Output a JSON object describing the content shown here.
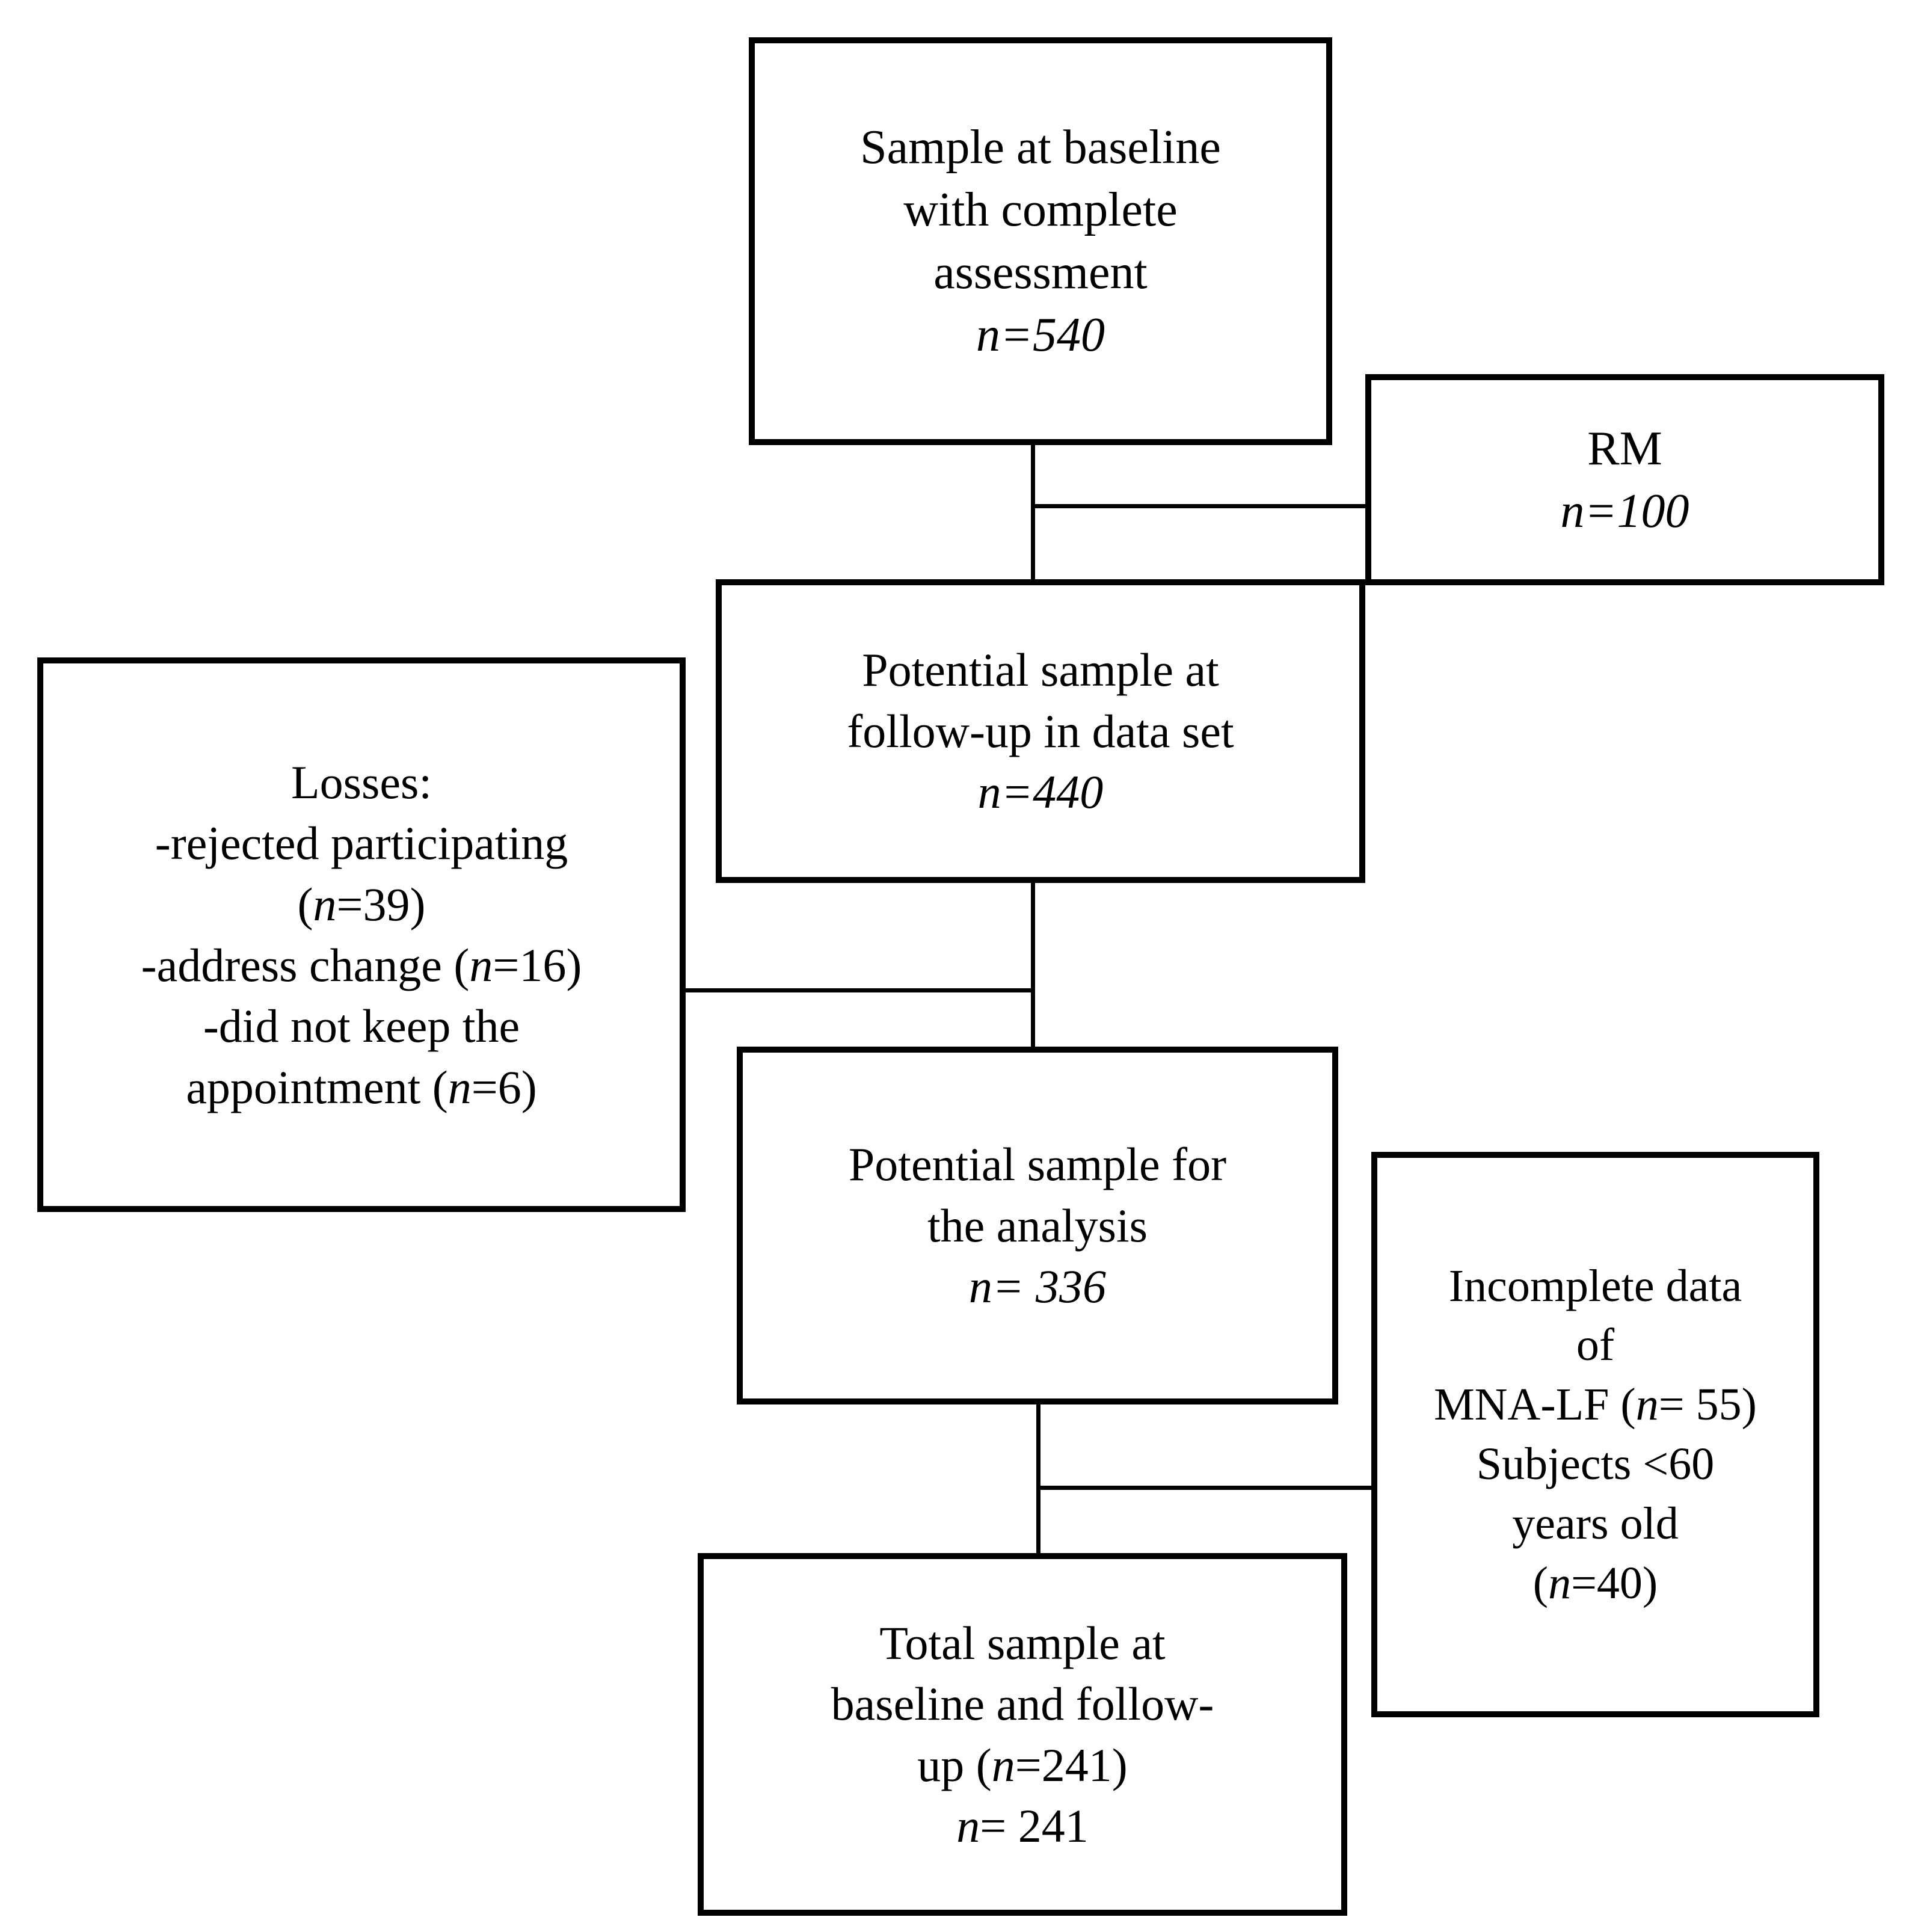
{
  "figure": {
    "type": "flowchart",
    "orientation": "top-to-bottom",
    "description": "Study participant flow diagram"
  },
  "nodes": {
    "baseline": {
      "id": "sample-at-baseline",
      "lines": [
        "Sample at baseline",
        "with complete",
        "assessment"
      ],
      "count_label": "n=540",
      "n": 540
    },
    "rm": {
      "id": "rm",
      "lines": [
        "RM"
      ],
      "count_label": "n=100",
      "n": 100
    },
    "followup": {
      "id": "potential-sample-at-followup",
      "lines": [
        "Potential sample at",
        "follow-up in data set"
      ],
      "count_label": "n=440",
      "n": 440
    },
    "losses": {
      "id": "losses",
      "lines": [
        "Losses:",
        "-rejected participating",
        "(n=39)",
        "-address change (n=16)",
        "-did not keep the",
        "appointment (n=6)"
      ],
      "items": [
        {
          "reason": "rejected participating",
          "n": 39
        },
        {
          "reason": "address change",
          "n": 16
        },
        {
          "reason": "did not keep the appointment",
          "n": 6
        }
      ]
    },
    "analysis": {
      "id": "potential-sample-for-analysis",
      "lines": [
        "Potential sample for",
        "the analysis"
      ],
      "count_label": "n= 336",
      "n": 336
    },
    "incomplete": {
      "id": "incomplete-data",
      "lines": [
        "Incomplete data",
        "of",
        "MNA-LF (n= 55)",
        "Subjects <60",
        "years old",
        "(n=40)"
      ],
      "items": [
        {
          "reason": "MNA-LF",
          "n": 55
        },
        {
          "reason": "Subjects <60 years old",
          "n": 40
        }
      ]
    },
    "total": {
      "id": "total-sample",
      "lines": [
        "Total sample at",
        "baseline and follow-",
        "up (n=241)"
      ],
      "count_label": "n= 241",
      "n": 241
    }
  },
  "connectors": [
    {
      "from": "baseline",
      "to": "followup",
      "kind": "vertical"
    },
    {
      "from": "baseline",
      "to": "rm",
      "kind": "horizontal"
    },
    {
      "from": "followup",
      "to": "analysis",
      "kind": "vertical"
    },
    {
      "from": "losses",
      "to": "analysis",
      "kind": "horizontal"
    },
    {
      "from": "analysis",
      "to": "total",
      "kind": "vertical"
    },
    {
      "from": "analysis",
      "to": "incomplete",
      "kind": "horizontal"
    }
  ],
  "colors": {
    "stroke": "#000000",
    "fill": "#ffffff",
    "text": "#000000"
  }
}
